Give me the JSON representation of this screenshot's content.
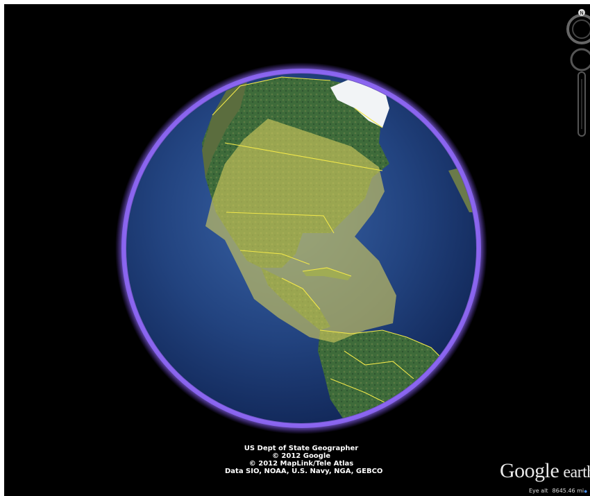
{
  "attribution": {
    "line1": "US Dept of State Geographer",
    "line2": "© 2012 Google",
    "line3": "© 2012 MapLink/Tele Atlas",
    "line4": "Data SIO, NOAA, U.S. Navy, NGA, GEBCO"
  },
  "brand": {
    "word1": "Google",
    "word2": "earth"
  },
  "status": {
    "eye_alt_label": "Eye alt",
    "eye_alt_value": "8645.46 mi"
  },
  "navigation": {
    "north_label": "N"
  },
  "colors": {
    "space": "#000000",
    "atmosphere": "#7a55e0",
    "ocean": "#1f3c7a",
    "overlay": "#c9c25a",
    "borders": "#f2e84a"
  },
  "icons": {
    "compass": "compass-ring-icon",
    "look": "look-joystick-icon",
    "zoom": "zoom-slider-icon"
  }
}
